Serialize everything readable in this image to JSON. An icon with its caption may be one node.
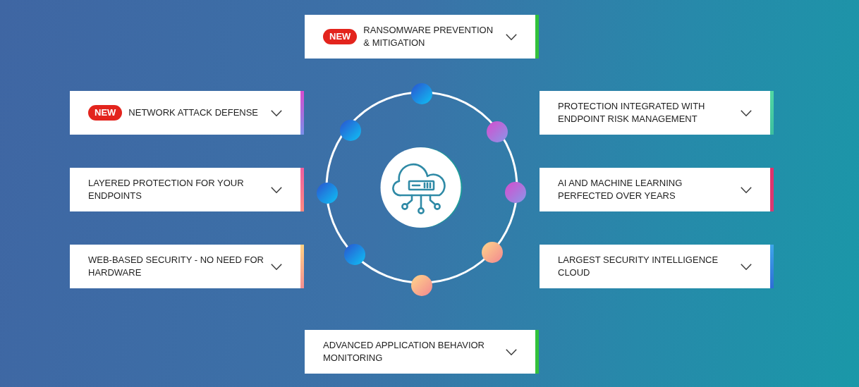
{
  "diagram": {
    "nodes": [
      {
        "text": [
          "NEW",
          "RANSOMWARE PREVENTION & MITIGATION"
        ]
      },
      {
        "text": [
          "NEW",
          "NETWORK ATTACK DEFENSE"
        ]
      },
      {
        "text": [
          "PROTECTION INTEGRATED WITH ENDPOINT RISK MANAGEMENT"
        ]
      },
      {
        "text": [
          "LAYERED PROTECTION FOR YOUR ENDPOINTS"
        ]
      },
      {
        "text": [
          "AI AND MACHINE LEARNING PERFECTED OVER YEARS"
        ]
      },
      {
        "text": [
          "WEB-BASED SECURITY - NO NEED FOR HARDWARE"
        ]
      },
      {
        "text": [
          "LARGEST SECURITY INTELLIGENCE CLOUD"
        ]
      },
      {
        "text": [
          "ADVANCED APPLICATION BEHAVIOR MONITORING"
        ]
      }
    ]
  }
}
